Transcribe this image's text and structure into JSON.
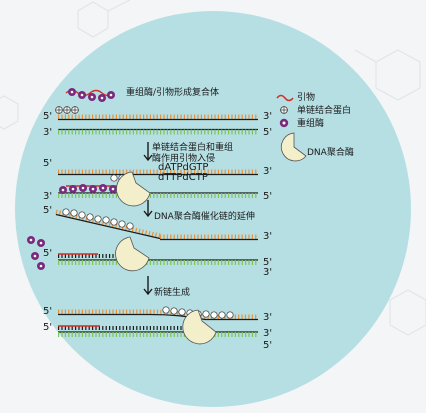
{
  "legend": {
    "primer": "引物",
    "ssb": "单链结合蛋白",
    "recombinase": "重组酶",
    "polymerase": "DNA聚合酶"
  },
  "steps": {
    "s1": "重组酶/引物形成复合体",
    "s2_line1": "单链结合蛋白和重组",
    "s2_line2": "酶作用引物入侵",
    "s3": "DNA聚合酶催化链的延伸",
    "s4": "新链生成"
  },
  "dntps": {
    "line1": "dATPdGTP",
    "line2": "dTTPdCTP"
  },
  "ends": {
    "five": "5'",
    "three": "3'"
  },
  "colors": {
    "circle": "#b6dfe4",
    "strand_top_ticks": "#e8923a",
    "strand_bottom_ticks": "#7cc35a",
    "backbone": "#1b1b1b",
    "primer": "#d22f27",
    "new_strand": "#1b1b1b",
    "recombinase": "#7a2a7c",
    "polymerase": "#f3efcb"
  }
}
